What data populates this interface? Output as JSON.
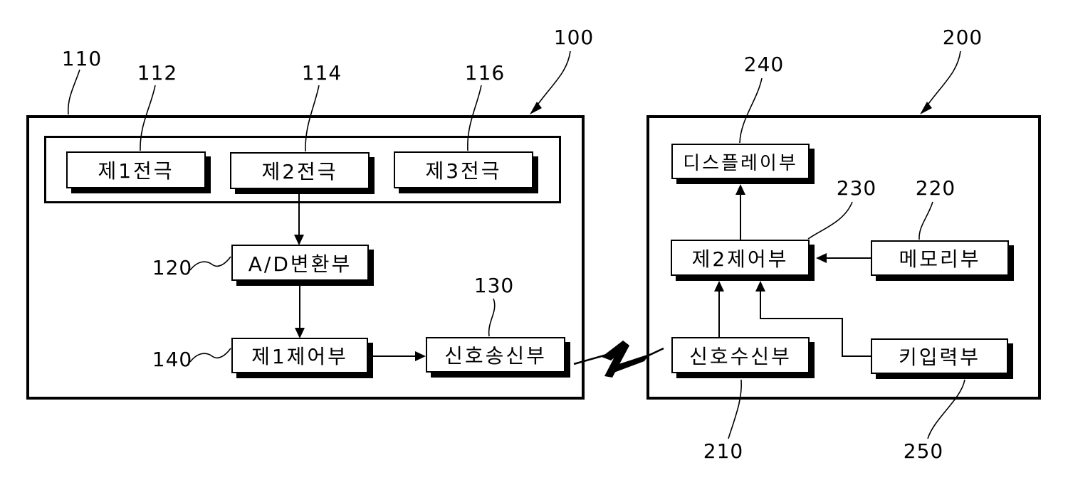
{
  "figure": {
    "type": "patent-block-diagram",
    "colors": {
      "line": "#000000",
      "background": "#ffffff",
      "box_fill": "#ffffff"
    },
    "wireless_link_icon": "lightning-bolt"
  },
  "labels": {
    "electrode1": "제1전극",
    "electrode2": "제2전극",
    "electrode3": "제3전극",
    "adc": "A/D변환부",
    "controller1": "제1제어부",
    "transmitter": "신호송신부",
    "display": "디스플레이부",
    "controller2": "제2제어부",
    "memory": "메모리부",
    "receiver": "신호수신부",
    "keyinput": "키입력부"
  },
  "refs": {
    "device1": "100",
    "electrode_group": "110",
    "electrode1": "112",
    "electrode2": "114",
    "electrode3": "116",
    "adc": "120",
    "transmitter": "130",
    "controller1": "140",
    "device2": "200",
    "receiver": "210",
    "memory": "220",
    "controller2": "230",
    "display": "240",
    "keyinput": "250"
  },
  "connections": [
    "electrode2 -> adc",
    "adc -> controller1",
    "controller1 -> transmitter",
    "transmitter ~wireless~ receiver",
    "receiver -> controller2",
    "keyinput -> controller2",
    "memory -> controller2",
    "controller2 -> display"
  ]
}
